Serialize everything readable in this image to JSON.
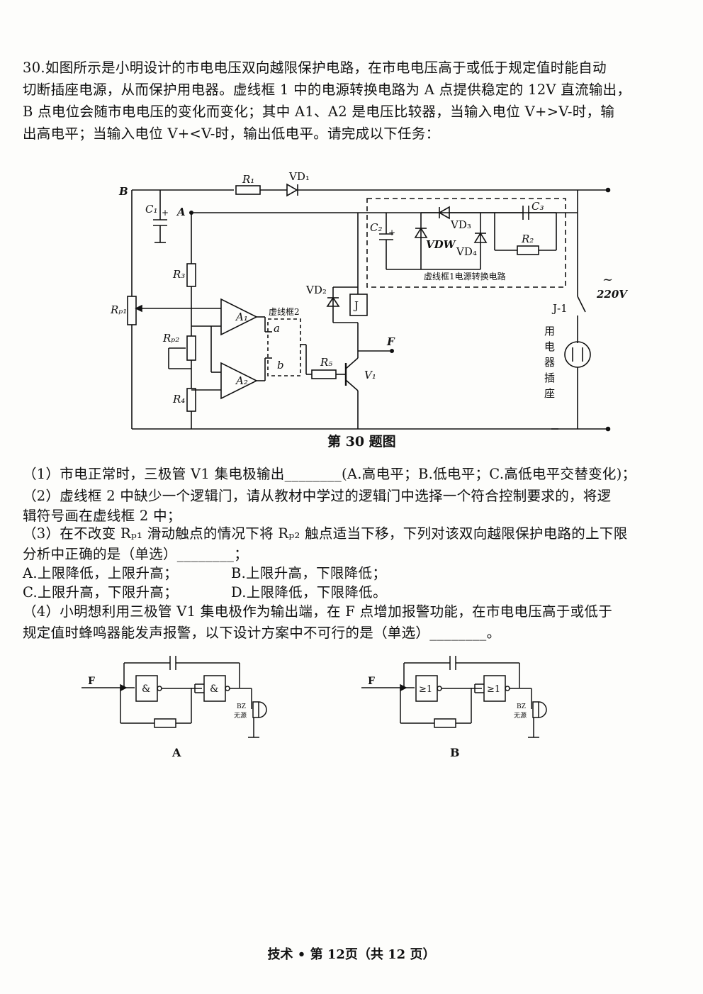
{
  "question": {
    "intro_lines": [
      "30.如图所示是小明设计的市电电压双向越限保护电路，在市电电压高于或低于规定值时能自动",
      "切断插座电源，从而保护用电器。虚线框 1 中的电源转换电路为 A 点提供稳定的 12V 直流输出，",
      "B 点电位会随市电电压的变化而变化；其中 A1、A2 是电压比较器，当输入电位 V+>V-时，输",
      "出高电平；当输入电位 V+<V-时，输出低电平。请完成以下任务："
    ],
    "figure_caption": "第 30 题图",
    "q1": "（1）市电正常时，三极管 V1 集电极输出________(A.高电平；B.低电平；C.高低电平交替变化)；",
    "q2_lines": [
      "（2）虚线框 2 中缺少一个逻辑门，请从教材中学过的逻辑门中选择一个符合控制要求的，将逻",
      "辑符号画在虚线框 2 中；"
    ],
    "q3_line1": "（3）在不改变 Rₚ₁ 滑动触点的情况下将 Rₚ₂ 触点适当下移，下列对该双向越限保护电路的上下限",
    "q3_line2": "分析中正确的是（单选）________；",
    "options": {
      "A": "A.上限降低，上限升高；",
      "B": "B.上限升高，下限降低；",
      "C": "C.上限升高，下限升高；",
      "D": "D.上限降低，下限降低。"
    },
    "q4_lines": [
      "（4）小明想利用三极管 V1 集电极作为输出端，在 F 点增加报警功能，在市电电压高于或低于",
      "规定值时蜂鸣器能发声报警，以下设计方案中不可行的是（单选）________。"
    ]
  },
  "circuit_labels": {
    "B": "B",
    "A": "A",
    "C1": "C₁",
    "plus": "+",
    "R1": "R₁",
    "VD1": "VD₁",
    "C2": "C₂",
    "C3": "C₃",
    "VD3": "VD₃",
    "VDW": "VDW",
    "VD4": "VD₄",
    "R2": "R₂",
    "box1": "虚线框1电源转换电路",
    "box2": "虚线框2",
    "R3": "R₃",
    "RP1": "Rₚ₁",
    "RP2": "Rₚ₂",
    "R4": "R₄",
    "A1": "A₁",
    "A2": "A₂",
    "a": "a",
    "b": "b",
    "VD2": "VD₂",
    "J": "J",
    "F": "F",
    "R5": "R₅",
    "V1": "V₁",
    "J1": "J-1",
    "ac_symbol": "~",
    "ac_voltage": "220V",
    "socket_label": [
      "用",
      "电",
      "器",
      "插",
      "座"
    ]
  },
  "option_circuits": {
    "A": {
      "label": "A",
      "input": "F",
      "gate_symbol": "&",
      "buzzer": "BZ",
      "buzzer_type": "无源"
    },
    "B": {
      "label": "B",
      "input": "F",
      "gate_symbol": "≥1",
      "buzzer": "BZ",
      "buzzer_type": "无源"
    }
  },
  "footer": "技术 • 第 12页（共 12 页）"
}
